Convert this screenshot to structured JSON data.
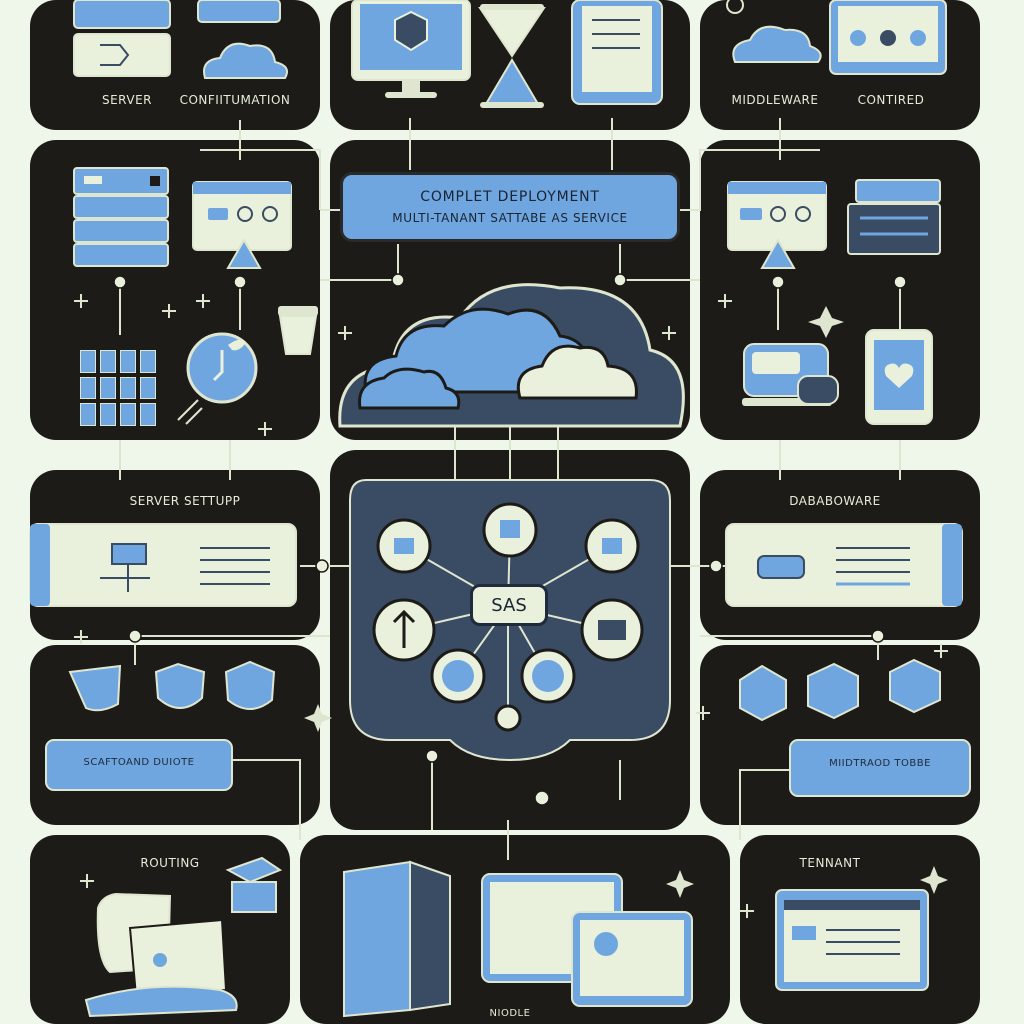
{
  "header": {
    "title": "COMPLET DEPLOYMENT",
    "subtitle": "MULTI-TANANT SATTABE AS SERVICE"
  },
  "labels": {
    "server": "SERVER",
    "configuration": "CONFIITUMATION",
    "middleware": "MIDDLEWARE",
    "contired": "CONTIRED",
    "server_setup": "SERVER SETTUPP",
    "databoware": "DABABOWARE",
    "left_bar": "SCAFTOAND DUIOTE",
    "right_bar": "MIIDTRAOD TOBBE",
    "routing": "ROUTING",
    "tennant": "TENNANT",
    "bottom": "NIODLE",
    "center_badge": "SAS"
  },
  "colors": {
    "background": "#eef7ea",
    "panel": "#1d1b17",
    "line": "#dfe6cf",
    "accent_blue": "#6fa6e0",
    "light_cream": "#e9f0dc",
    "dark_slate": "#3a4c63"
  }
}
